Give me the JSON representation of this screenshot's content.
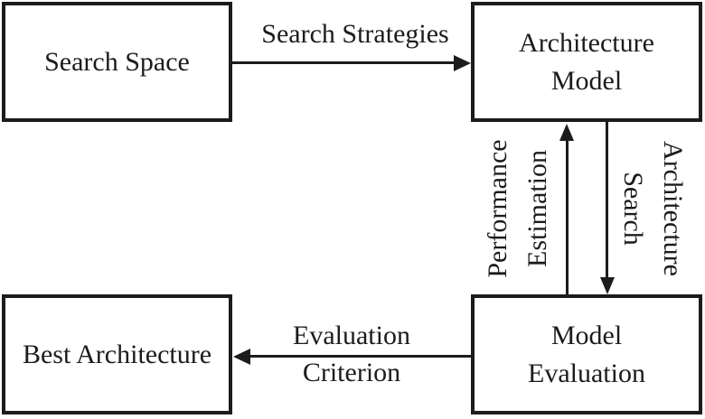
{
  "diagram": {
    "type": "flowchart",
    "colors": {
      "ink": "#1d1b1c",
      "background": "#ffffff"
    },
    "nodes": [
      {
        "id": "search-space",
        "lines": [
          "Search Space"
        ]
      },
      {
        "id": "architecture-model",
        "lines": [
          "Architecture",
          "Model"
        ]
      },
      {
        "id": "best-architecture",
        "lines": [
          "Best Architecture"
        ]
      },
      {
        "id": "model-evaluation",
        "lines": [
          "Model",
          "Evaluation"
        ]
      }
    ],
    "edges": [
      {
        "id": "search-strategies",
        "from": "Search Space",
        "to": "Architecture Model",
        "direction": "right",
        "lines": [
          "Search Strategies"
        ]
      },
      {
        "id": "performance-estimation",
        "from": "Model Evaluation",
        "to": "Architecture Model",
        "direction": "up",
        "lines": [
          "Performance",
          "Estimation"
        ]
      },
      {
        "id": "architecture-search",
        "from": "Architecture Model",
        "to": "Model Evaluation",
        "direction": "down",
        "lines": [
          "Architecture",
          "Search"
        ]
      },
      {
        "id": "evaluation-criterion",
        "from": "Model Evaluation",
        "to": "Best Architecture",
        "direction": "left",
        "lines": [
          "Evaluation",
          "Criterion"
        ]
      }
    ]
  }
}
